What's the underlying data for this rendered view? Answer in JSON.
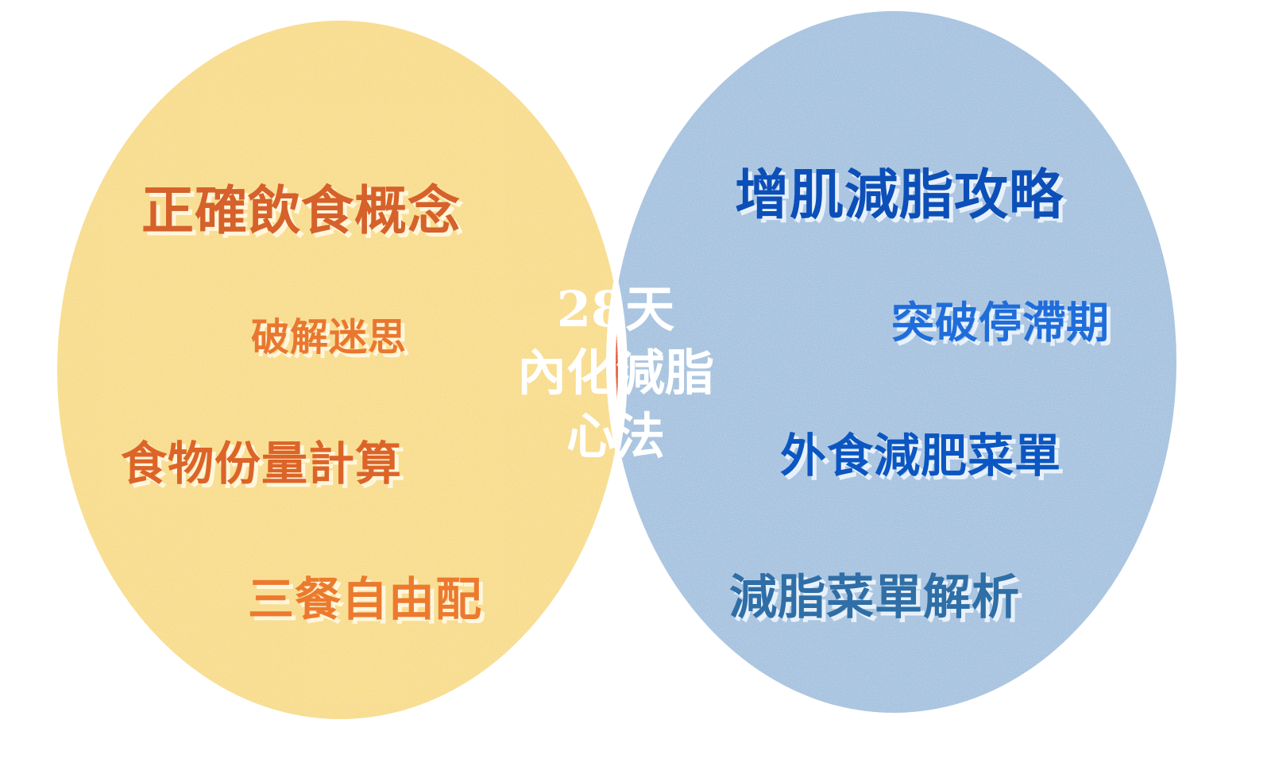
{
  "colors": {
    "left_circle": "#f8dc8c",
    "right_circle": "#a6c2df",
    "overlap": "#e2502b",
    "border": "#ffffff"
  },
  "center": {
    "line1": "28天",
    "line2": "內化減脂",
    "line3": "心法"
  },
  "left": [
    {
      "text": "正確飲食概念",
      "color": "#d6612a"
    },
    {
      "text": "破解迷思",
      "color": "#e9772f"
    },
    {
      "text": "食物份量計算",
      "color": "#dc6428"
    },
    {
      "text": "三餐自由配",
      "color": "#ec7a2e"
    }
  ],
  "right": [
    {
      "text": "增肌減脂攻略",
      "color": "#0c4fb8"
    },
    {
      "text": "突破停滯期",
      "color": "#1f6ddb"
    },
    {
      "text": "外食減肥菜單",
      "color": "#0b56c2"
    },
    {
      "text": "減脂菜單解析",
      "color": "#2f6ea6"
    }
  ]
}
